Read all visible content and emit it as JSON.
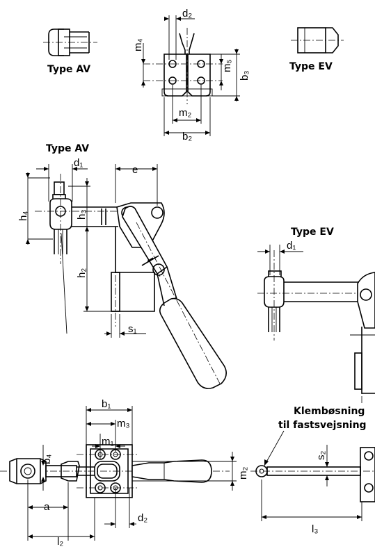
{
  "labels": {
    "type_av_top": "Type AV",
    "type_ev_top": "Type EV",
    "type_av_side": "Type AV",
    "type_ev_side": "Type EV",
    "note_line1": "Klembøsning",
    "note_line2": "til fastsvejsning"
  },
  "dimensions": {
    "d2": "d₂",
    "m4": "m₄",
    "m5": "m₅",
    "b3": "b₃",
    "m2_top": "m₂",
    "b2": "b₂",
    "d1_av": "d₁",
    "e": "e",
    "h4": "h₄",
    "h3": "h₃",
    "h2": "h₂",
    "s1": "s₁",
    "d1_ev": "d₁",
    "b1": "b₁",
    "m3": "m₃",
    "m1": "m₁",
    "b4": "b₄",
    "m2_plan": "m₂",
    "a": "a",
    "d2_plan": "d₂",
    "l2": "l₂",
    "s2": "s₂",
    "l3": "l₃"
  }
}
